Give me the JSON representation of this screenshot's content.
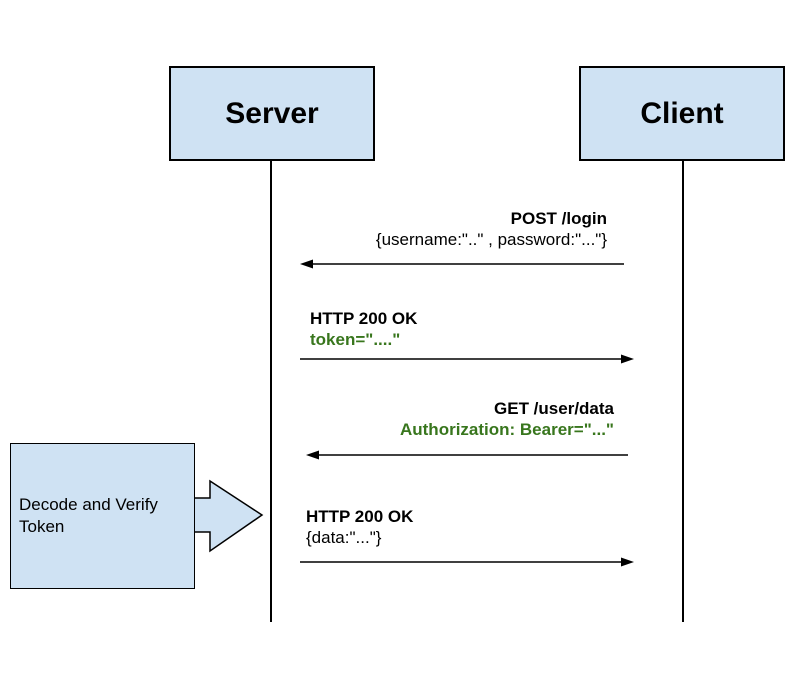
{
  "actors": {
    "server": "Server",
    "client": "Client"
  },
  "messages": [
    {
      "line1": "POST /login",
      "line2": "{username:\"..\" , password:\"...\"}",
      "direction": "client-to-server"
    },
    {
      "line1": "HTTP 200 OK",
      "line2": "token=\"....\"",
      "direction": "server-to-client"
    },
    {
      "line1": "GET /user/data",
      "line2": "Authorization: Bearer=\"...\"",
      "direction": "client-to-server"
    },
    {
      "line1": "HTTP 200 OK",
      "line2": "{data:\"...\"}",
      "direction": "server-to-client"
    }
  ],
  "note": {
    "text": "Decode and Verify Token"
  },
  "colors": {
    "box_fill": "#cfe2f3",
    "highlight_text": "#38761d",
    "line": "#000000"
  }
}
